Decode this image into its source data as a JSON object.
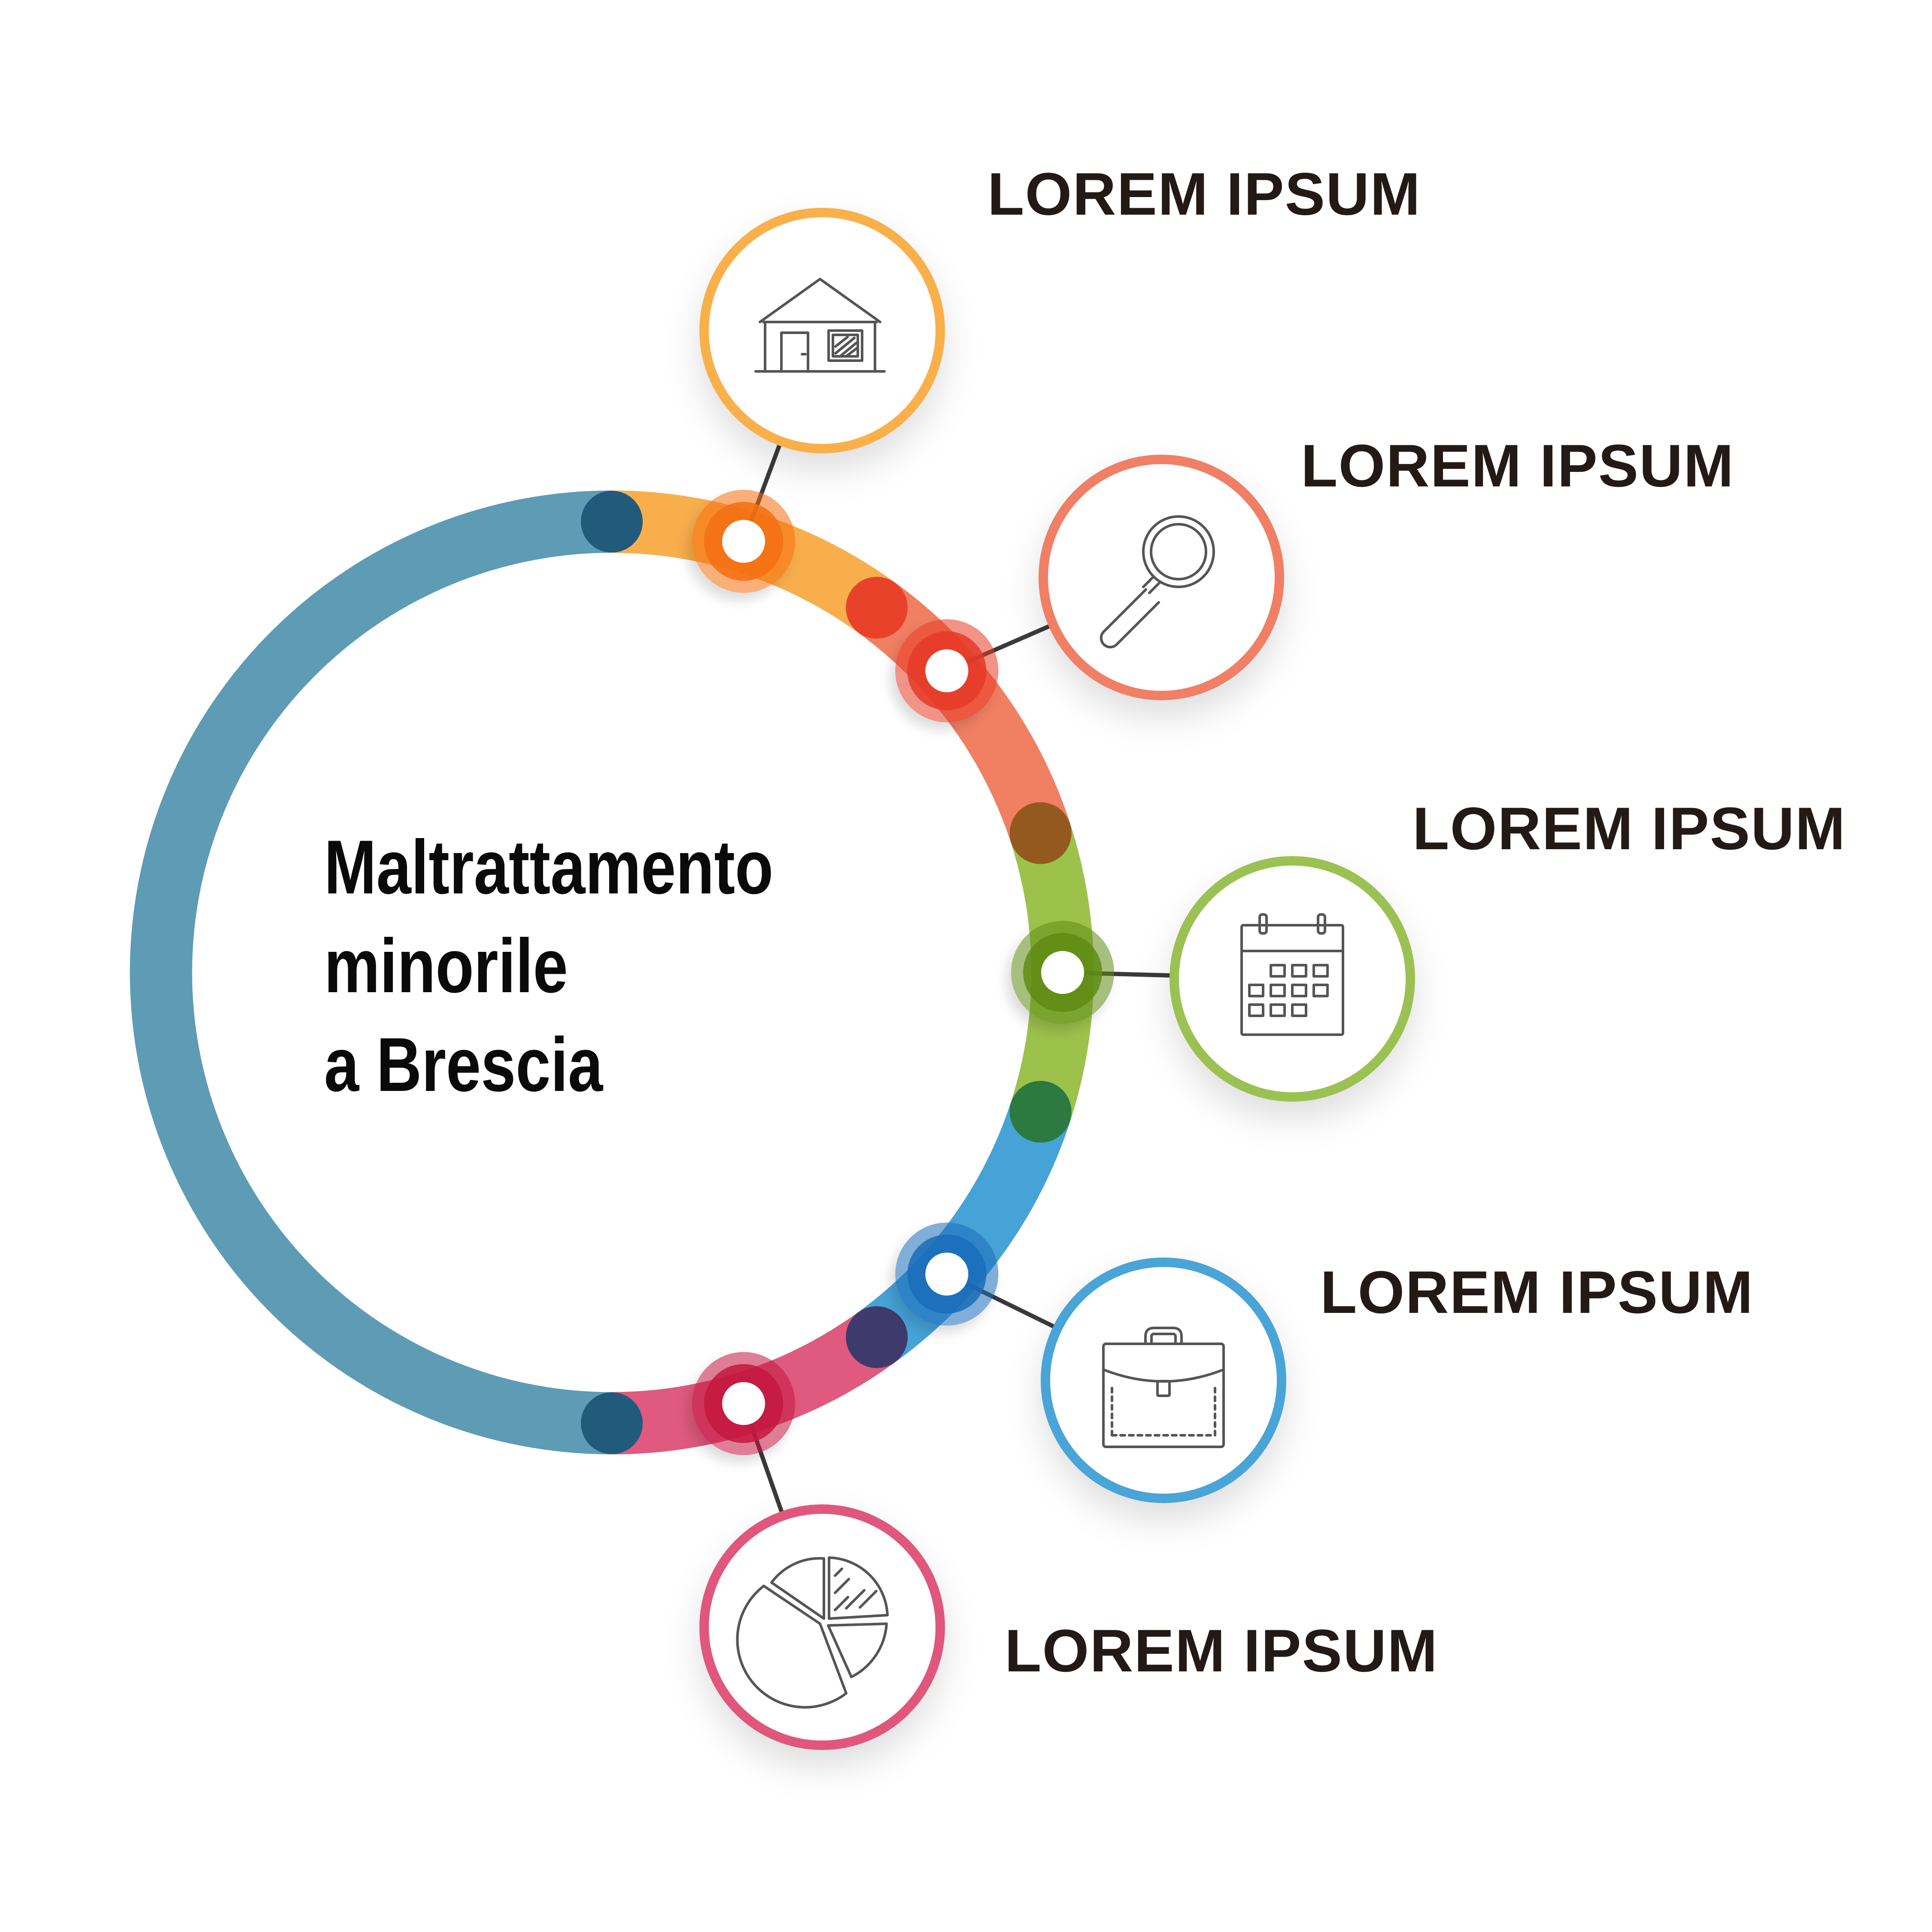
{
  "title": {
    "lines": [
      "Maltrattamento",
      "minorile",
      "a Brescia"
    ]
  },
  "nodes": [
    {
      "label": "LOREM IPSUM",
      "icon": "house-icon",
      "color": "#f9b04b"
    },
    {
      "label": "LOREM IPSUM",
      "icon": "magnifier-icon",
      "color": "#f07f65"
    },
    {
      "label": "LOREM IPSUM",
      "icon": "calendar-icon",
      "color": "#9cc153"
    },
    {
      "label": "LOREM IPSUM",
      "icon": "briefcase-icon",
      "color": "#4aa4d8"
    },
    {
      "label": "LOREM IPSUM",
      "icon": "pie-chart-icon",
      "color": "#e0567d"
    }
  ],
  "ring": {
    "base_color": "#5e9bb5",
    "end_dot_color": "#225a7c",
    "segment_colors": [
      "#f9ae4c",
      "#f17f62",
      "#9dc24c",
      "#46a3d8",
      "#df5a7e"
    ],
    "divider_dot_colors": [
      "#e8432a",
      "#94591f",
      "#2c7a40",
      "#3e3a6b"
    ],
    "hub_colors": [
      "#f56e10",
      "#e63a28",
      "#5f8c13",
      "#1a6cb9",
      "#c4173e"
    ]
  }
}
